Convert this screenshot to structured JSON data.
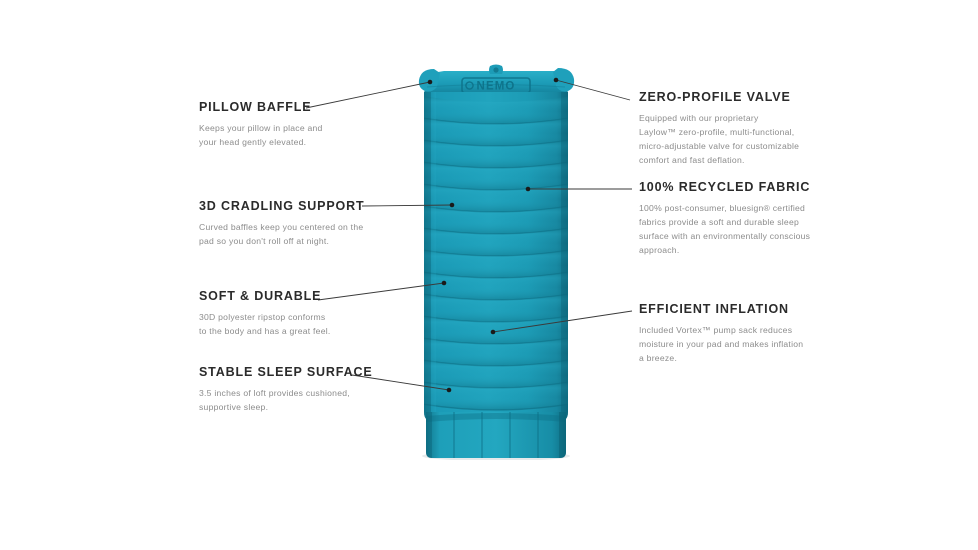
{
  "page": {
    "background_color": "#ffffff",
    "product_name": "NEMO sleeping pad",
    "brand_logo_text": "NEMO"
  },
  "colors": {
    "pad_teal": "#1A99B6",
    "pad_teal_light": "#26A8C2",
    "pad_teal_dark": "#12788F",
    "seam_dark": "#0E6B80",
    "heading": "#2b2b2b",
    "body_text": "#8c8c8c",
    "leader_line": "#3a3a3a"
  },
  "callouts": {
    "left": [
      {
        "id": "pillow-baffle",
        "title": "PILLOW BAFFLE",
        "body": "Keeps your pillow in place and your head gently elevated.",
        "lines": [
          "Keeps your pillow in place and",
          "your head gently elevated."
        ]
      },
      {
        "id": "cradling-support",
        "title": "3D CRADLING SUPPORT",
        "body": "Curved baffles keep you centered on the pad so you don't roll off at night.",
        "lines": [
          "Curved baffles keep you centered on the",
          "pad so you don't roll off at night."
        ]
      },
      {
        "id": "soft-durable",
        "title": "SOFT & DURABLE",
        "body": "30D polyester ripstop conforms to the body and has a great feel.",
        "lines": [
          "30D polyester ripstop conforms",
          "to the body and has a great feel."
        ]
      },
      {
        "id": "stable-sleep-surface",
        "title": "STABLE SLEEP SURFACE",
        "body": "3.5 inches of loft provides cushioned, supportive sleep.",
        "lines": [
          "3.5 inches of loft provides cushioned,",
          "supportive sleep."
        ]
      }
    ],
    "right": [
      {
        "id": "zero-profile-valve",
        "title": "ZERO-PROFILE VALVE",
        "body": "Equipped with our proprietary Laylow™ zero-profile, multi-functional, micro-adjustable valve for customizable comfort and fast deflation.",
        "lines": [
          "Equipped with our proprietary",
          "Laylow™ zero-profile, multi-functional,",
          "micro-adjustable valve for customizable",
          "comfort and fast deflation."
        ]
      },
      {
        "id": "recycled-fabric",
        "title": "100% RECYCLED FABRIC",
        "body": "100% post-consumer, bluesign® certified fabrics provide a soft and durable sleep surface with an environmentally conscious approach.",
        "lines": [
          "100% post-consumer, bluesign® certified",
          "fabrics provide a soft and durable sleep",
          "surface with an environmentally conscious",
          "approach."
        ]
      },
      {
        "id": "efficient-inflation",
        "title": "EFFICIENT INFLATION",
        "body": "Included Vortex™ pump sack reduces moisture in your pad and makes inflation a breeze.",
        "lines": [
          "Included Vortex™ pump sack reduces",
          "moisture in your pad and makes inflation",
          "a breeze."
        ]
      }
    ]
  }
}
